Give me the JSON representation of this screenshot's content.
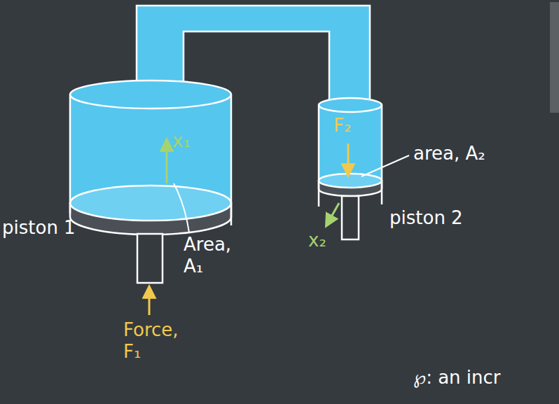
{
  "diagram": {
    "labels": [
      "piston 1",
      "Area, A₁",
      "Force, F₁",
      "x₁",
      "F₂",
      "area, A₂",
      "x₂",
      "piston 2",
      "℘: an incr"
    ]
  }
}
